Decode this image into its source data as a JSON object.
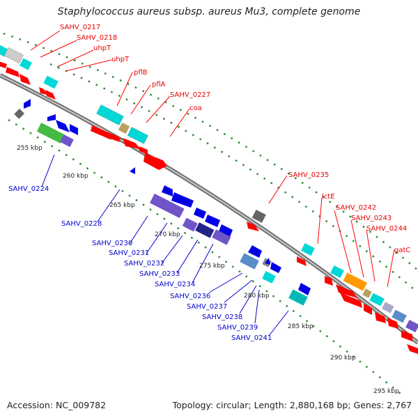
{
  "title": "Staphylococcus aureus subsp. aureus Mu3, complete genome",
  "footer": {
    "accession": "Accession: NC_009782",
    "topology": "Topology: circular; Length: 2,880,168 bp; Genes: 2,767"
  },
  "colors": {
    "forward_cds": "#ff0000",
    "reverse_cds": "#0000e6",
    "forward_label": "#e60000",
    "reverse_label": "#0000cc",
    "backbone": "#999999",
    "tick_dots": "#2d8a2d"
  },
  "scale_labels": [
    "255 kbp",
    "260 kbp",
    "265 kbp",
    "270 kbp",
    "275 kbp",
    "280 kbp",
    "285 kbp",
    "290 kbp",
    "295 kbp"
  ],
  "forward_gene_labels": [
    "SAHV_0217",
    "SAHV_0218",
    "uhpT",
    "uhpT",
    "pflB",
    "pflA",
    "SAHV_0227",
    "coa",
    "SAHV_0235",
    "lctE",
    "SAHV_0242",
    "SAHV_0243",
    "SAHV_0244",
    "gatC"
  ],
  "reverse_gene_labels": [
    "SAHV_0224",
    "SAHV_0228",
    "SAHV_0230",
    "SAHV_0231",
    "SAHV_0232",
    "SAHV_0233",
    "SAHV_0234",
    "SAHV_0236",
    "SAHV_0237",
    "SAHV_0238",
    "SAHV_0239",
    "SAHV_0241"
  ]
}
